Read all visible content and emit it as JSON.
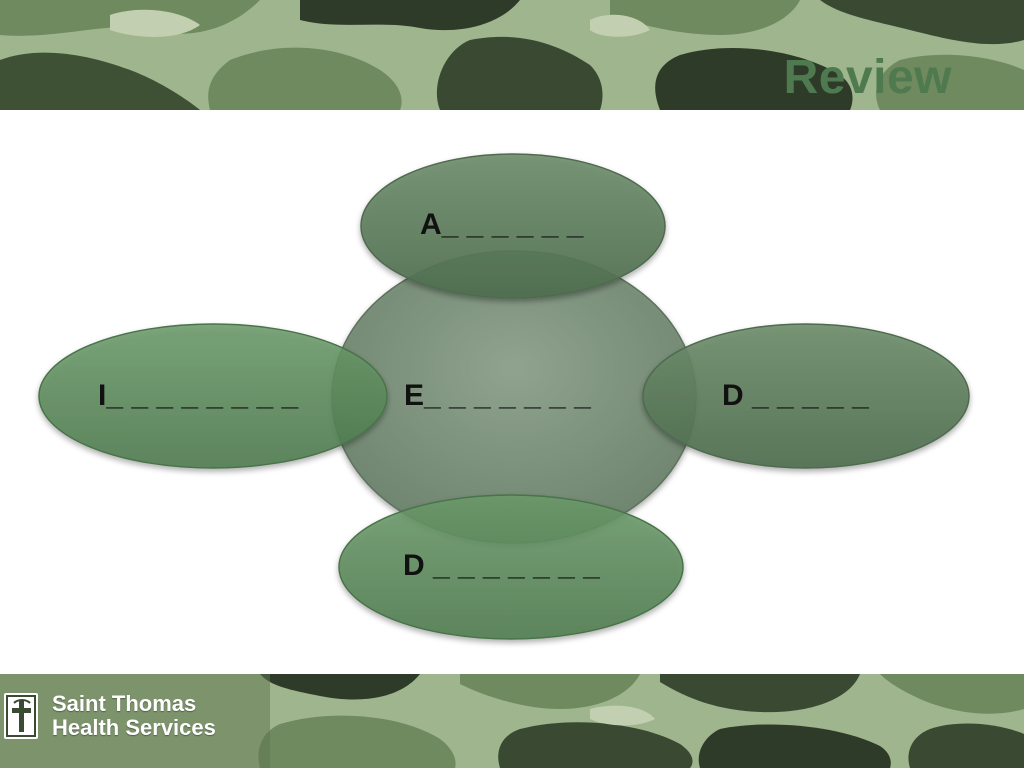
{
  "slide": {
    "title": "Review"
  },
  "diagram": {
    "center_label": "E_ _ _ _ _ _ _",
    "top_label": "A_ _ _ _ _ _",
    "left_label": "I_ _ _ _ _ _ _ _",
    "right_label": "D _ _ _ _ _",
    "bottom_label": "D _ _ _ _ _ _ _"
  },
  "logo": {
    "line1": "Saint Thomas",
    "line2": "Health Services"
  },
  "colors": {
    "title": "#4f7a4f",
    "center_fill": "#6e8a6f",
    "satellite_fill": "#5a8a5a",
    "camo_light": "#9fb58d",
    "camo_mid": "#6f8a5e",
    "camo_dark": "#3a4a32"
  }
}
